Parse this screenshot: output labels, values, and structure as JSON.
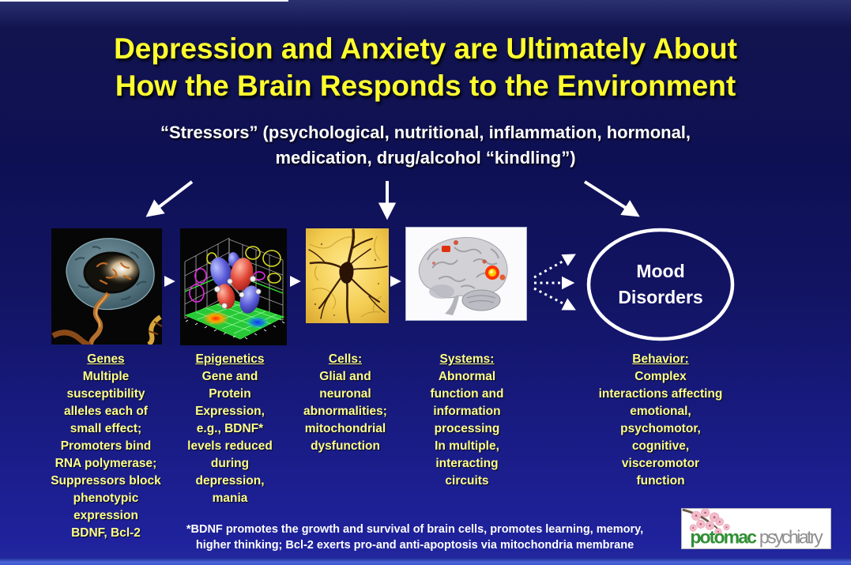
{
  "title": {
    "line1": "Depression and Anxiety are Ultimately About",
    "line2": "How the Brain Responds to the Environment"
  },
  "subtitle": {
    "line1": "“Stressors” (psychological, nutritional, inflammation, hormonal,",
    "line2": "medication, drug/alcohol “kindling”)"
  },
  "mood_bubble": {
    "line1": "Mood",
    "line2": "Disorders"
  },
  "figures": {
    "genes": "cell-nucleus-with-dna-photo",
    "epigenetics": "3d-molecular-orbital-plot",
    "cells": "golgi-stained-neuron-photo",
    "systems": "brain-fmri-activation-photo"
  },
  "columns": [
    {
      "header": "Genes",
      "lines": [
        "Multiple",
        "susceptibility",
        "alleles each of",
        "small effect;",
        "Promoters bind",
        "RNA polymerase;",
        "Suppressors block",
        "phenotypic",
        "expression",
        "BDNF, Bcl-2"
      ]
    },
    {
      "header": "Epigenetics",
      "lines": [
        "Gene and",
        "Protein",
        "Expression,",
        "e.g., BDNF*",
        "levels reduced",
        "during",
        "depression,",
        "mania"
      ]
    },
    {
      "header": "Cells:",
      "lines": [
        "Glial and",
        "neuronal",
        "abnormalities;",
        "mitochondrial",
        "dysfunction"
      ]
    },
    {
      "header": "Systems:",
      "lines": [
        "Abnormal",
        "function and",
        "information",
        "processing",
        "In multiple,",
        "interacting",
        "circuits"
      ]
    },
    {
      "header": "Behavior:",
      "lines": [
        "Complex",
        "interactions affecting",
        "emotional,",
        "psychomotor,",
        "cognitive,",
        "visceromotor",
        "function"
      ]
    }
  ],
  "footnote": {
    "line1": "*BDNF promotes the growth and survival of brain cells, promotes learning, memory,",
    "line2": "higher thinking; Bcl-2  exerts pro-and anti-apoptosis via mitochondria membrane"
  },
  "logo": {
    "brand": "potomac",
    "suffix": "psychiatry"
  },
  "colors": {
    "background_top": "#12144f",
    "background_bottom": "#1f229c",
    "title_yellow": "#ffff2e",
    "subtitle_white": "#ffffff",
    "column_text": "#ffff8c",
    "arrow_white": "#ffffff",
    "logo_green": "#2f8f33",
    "logo_gray": "#8f8f8f",
    "logo_pink": "#f4bcca"
  }
}
